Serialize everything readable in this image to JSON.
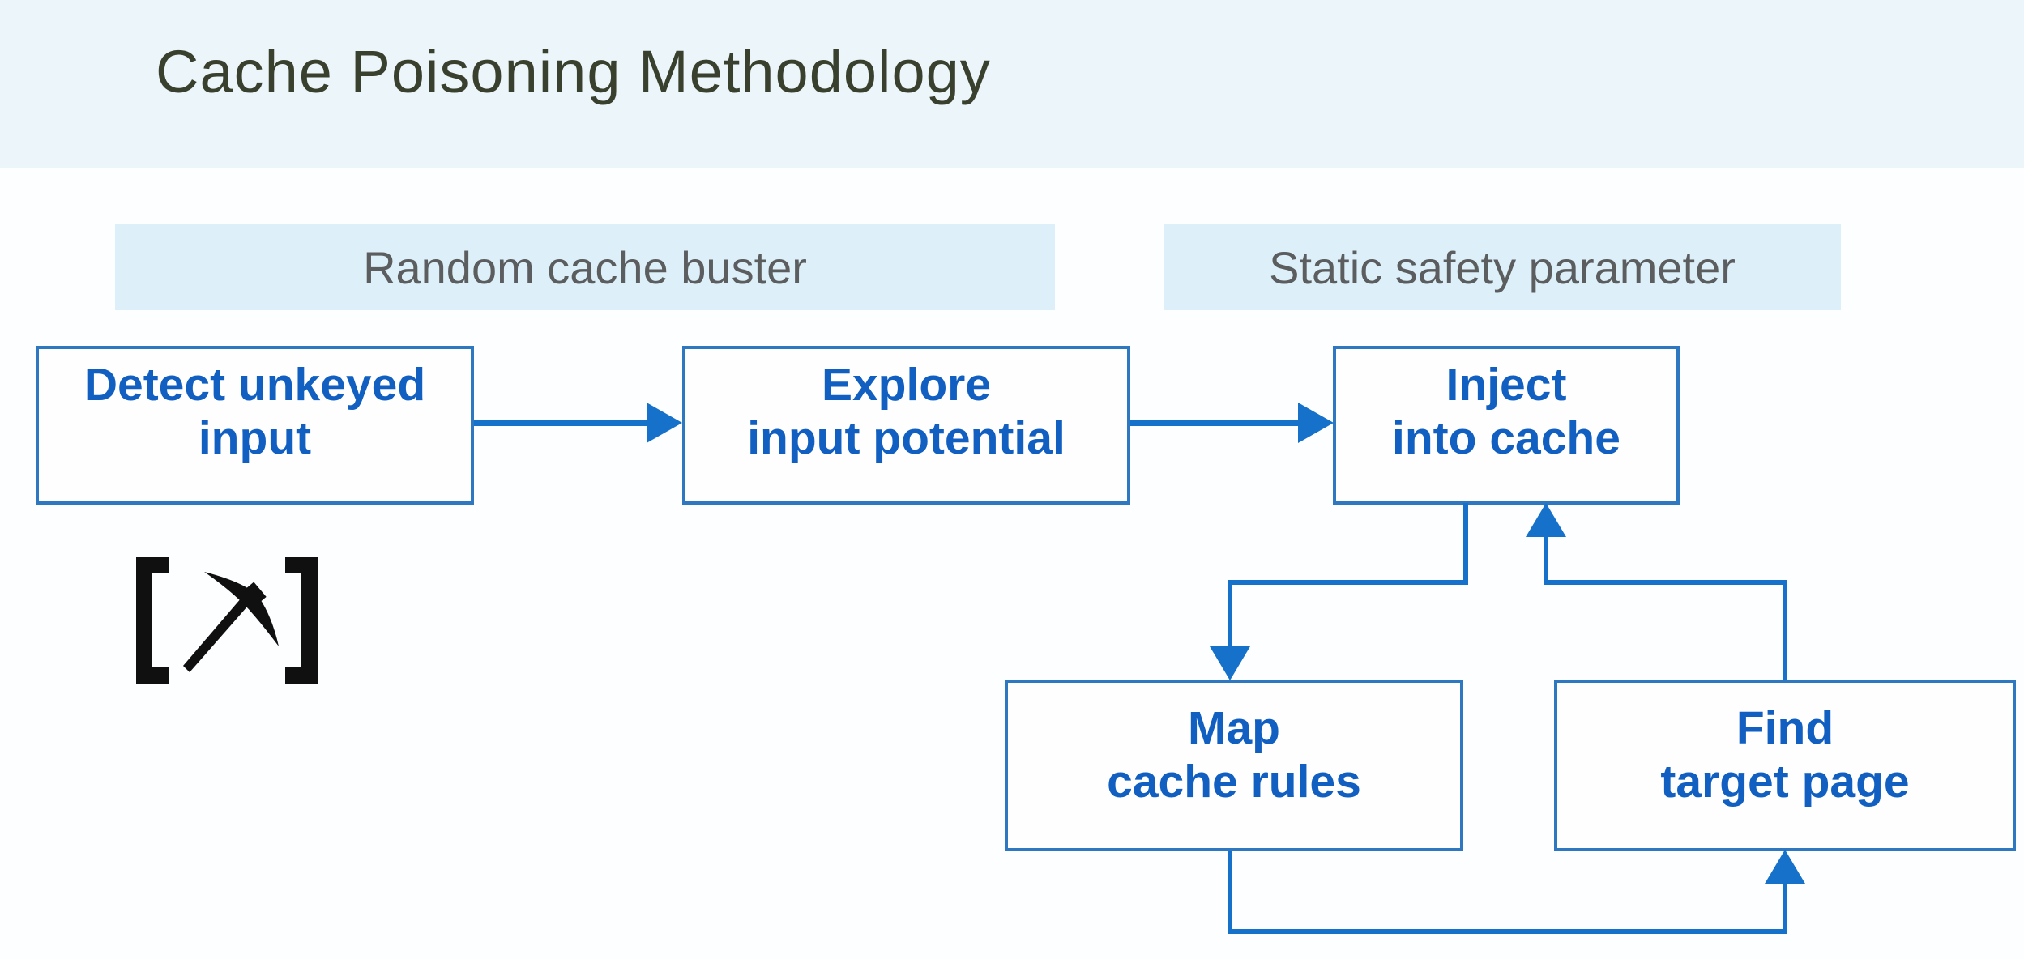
{
  "slide": {
    "title": "Cache Poisoning Methodology",
    "labels": {
      "random_cache_buster": "Random cache buster",
      "static_safety_parameter": "Static safety parameter"
    },
    "nodes": {
      "detect": {
        "text": "Detect unkeyed\ninput"
      },
      "explore": {
        "text": "Explore\ninput potential"
      },
      "inject": {
        "text": "Inject\ninto cache"
      },
      "map": {
        "text": "Map\ncache rules"
      },
      "find": {
        "text": "Find\ntarget page"
      }
    },
    "edges": [
      {
        "from": "detect-unkeyed-input",
        "to": "explore-input-potential"
      },
      {
        "from": "explore-input-potential",
        "to": "inject-into-cache"
      },
      {
        "from": "inject-into-cache",
        "to": "map-cache-rules"
      },
      {
        "from": "map-cache-rules",
        "to": "find-target-page"
      },
      {
        "from": "find-target-page",
        "to": "inject-into-cache"
      }
    ],
    "icon": {
      "name": "param-miner-pickaxe"
    },
    "colors": {
      "top_band": "#ecf6fa",
      "chip_bg": "#ddf0f9",
      "chip_text": "#5b5d5f",
      "title_text": "#3a402e",
      "node_border": "#2e78c2",
      "node_text": "#115fc0",
      "connector": "#1571c9",
      "icon": "#101010"
    }
  }
}
